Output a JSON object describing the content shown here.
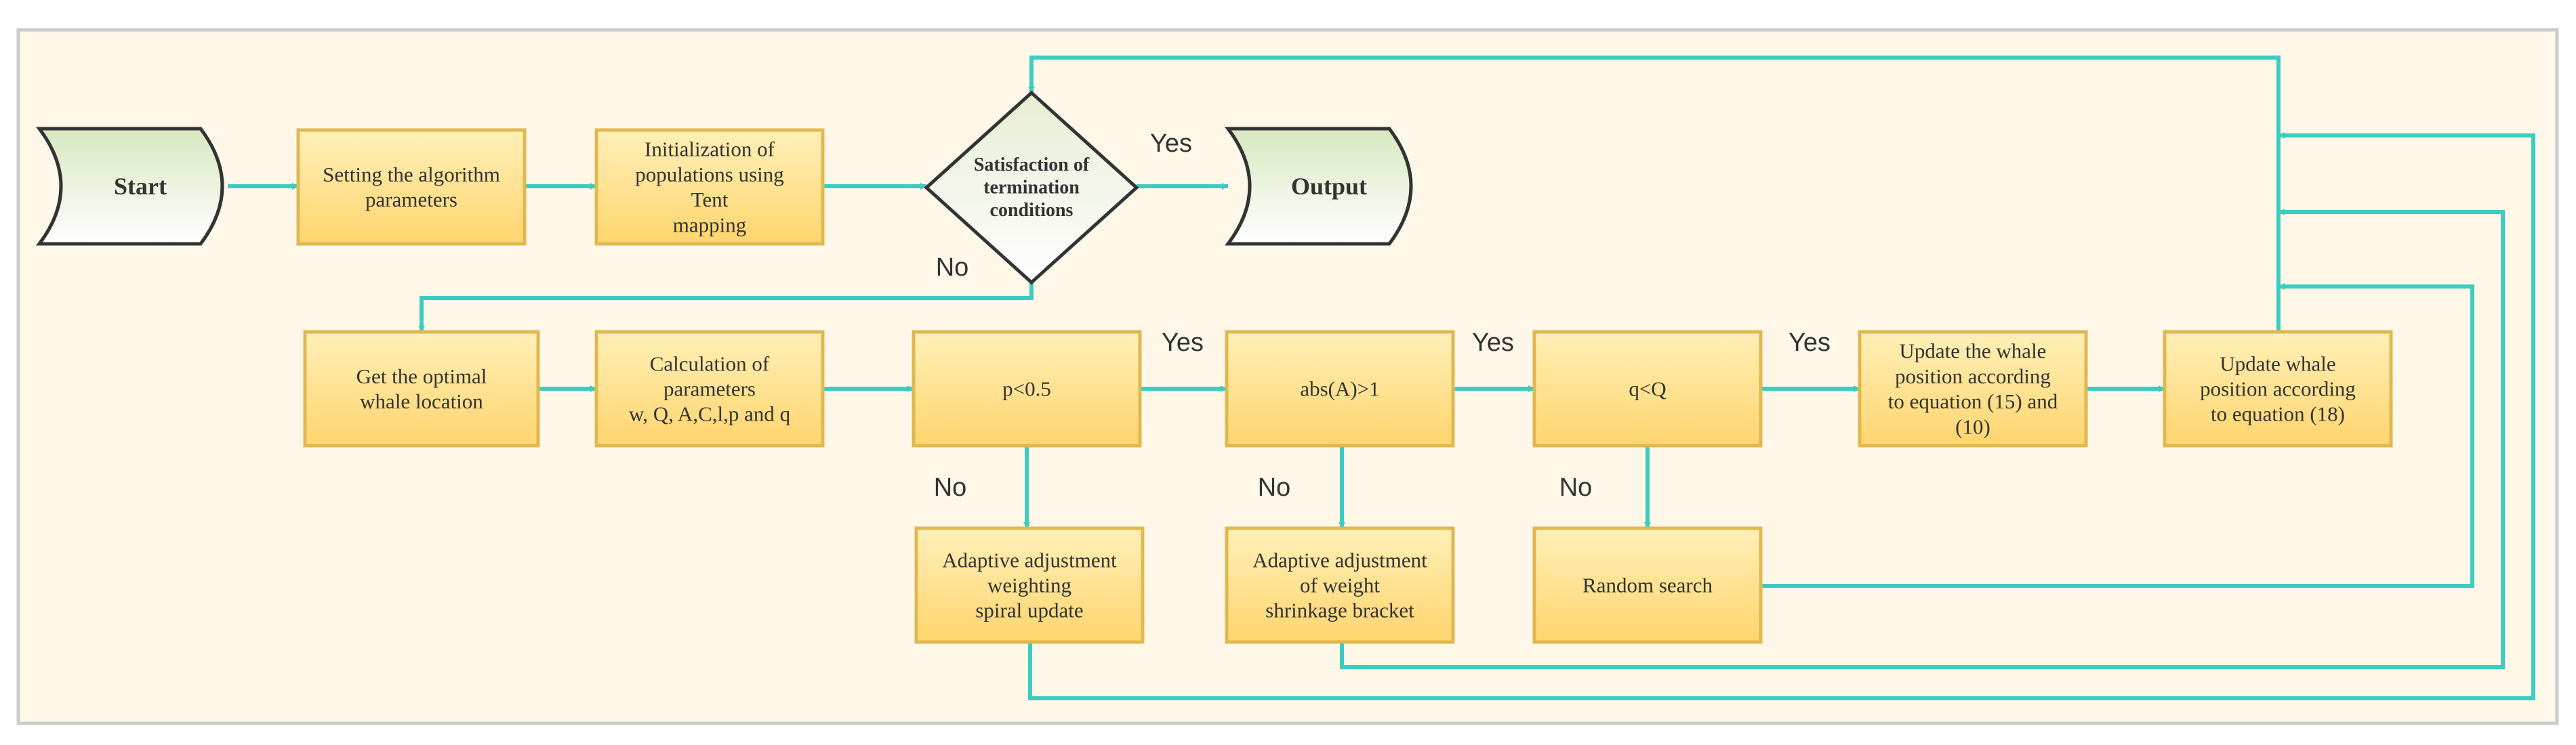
{
  "colors": {
    "background": "#FFF8E9",
    "frame": "#CCCCCC",
    "edge": "#3DCCC0",
    "terminal_fill_top": "#D8E8C0",
    "terminal_fill_bottom": "#FFFFFF",
    "process_fill_top": "#FFF0B8",
    "process_fill_bottom": "#FFD56E",
    "process_stroke": "#E0B850",
    "decision_fill": "#E7EDD4",
    "outline_dark": "#333333"
  },
  "nodes": {
    "start": {
      "lines": [
        "Start"
      ]
    },
    "setting_params": {
      "lines": [
        "Setting the algorithm",
        "parameters"
      ]
    },
    "init_pop": {
      "lines": [
        "Initialization of",
        "populations using",
        "Tent",
        "mapping"
      ]
    },
    "termination": {
      "lines": [
        "Satisfaction of",
        "termination",
        "conditions"
      ]
    },
    "output": {
      "lines": [
        "Output"
      ]
    },
    "optimal_location": {
      "lines": [
        "Get the optimal",
        "whale location"
      ]
    },
    "calc_params": {
      "lines": [
        "Calculation of",
        "parameters",
        "w, Q, A,C,l,p and q"
      ]
    },
    "p_check": {
      "lines": [
        "p<0.5"
      ]
    },
    "abs_check": {
      "lines": [
        "abs(A)>1"
      ]
    },
    "q_check": {
      "lines": [
        "q<Q"
      ]
    },
    "update_15_10": {
      "lines": [
        "Update the whale",
        "position according",
        "to equation (15) and",
        "(10)"
      ]
    },
    "update_18": {
      "lines": [
        "Update whale",
        "position according",
        "to equation (18)"
      ]
    },
    "adaptive_spiral": {
      "lines": [
        "Adaptive adjustment",
        "weighting",
        "spiral update"
      ]
    },
    "adaptive_shrink": {
      "lines": [
        "Adaptive adjustment",
        "of weight",
        "shrinkage bracket"
      ]
    },
    "random_search": {
      "lines": [
        "Random search"
      ]
    }
  },
  "edge_labels": {
    "term_yes": "Yes",
    "term_no": "No",
    "p_yes": "Yes",
    "p_no": "No",
    "abs_yes": "Yes",
    "abs_no": "No",
    "q_yes": "Yes",
    "q_no": "No"
  }
}
